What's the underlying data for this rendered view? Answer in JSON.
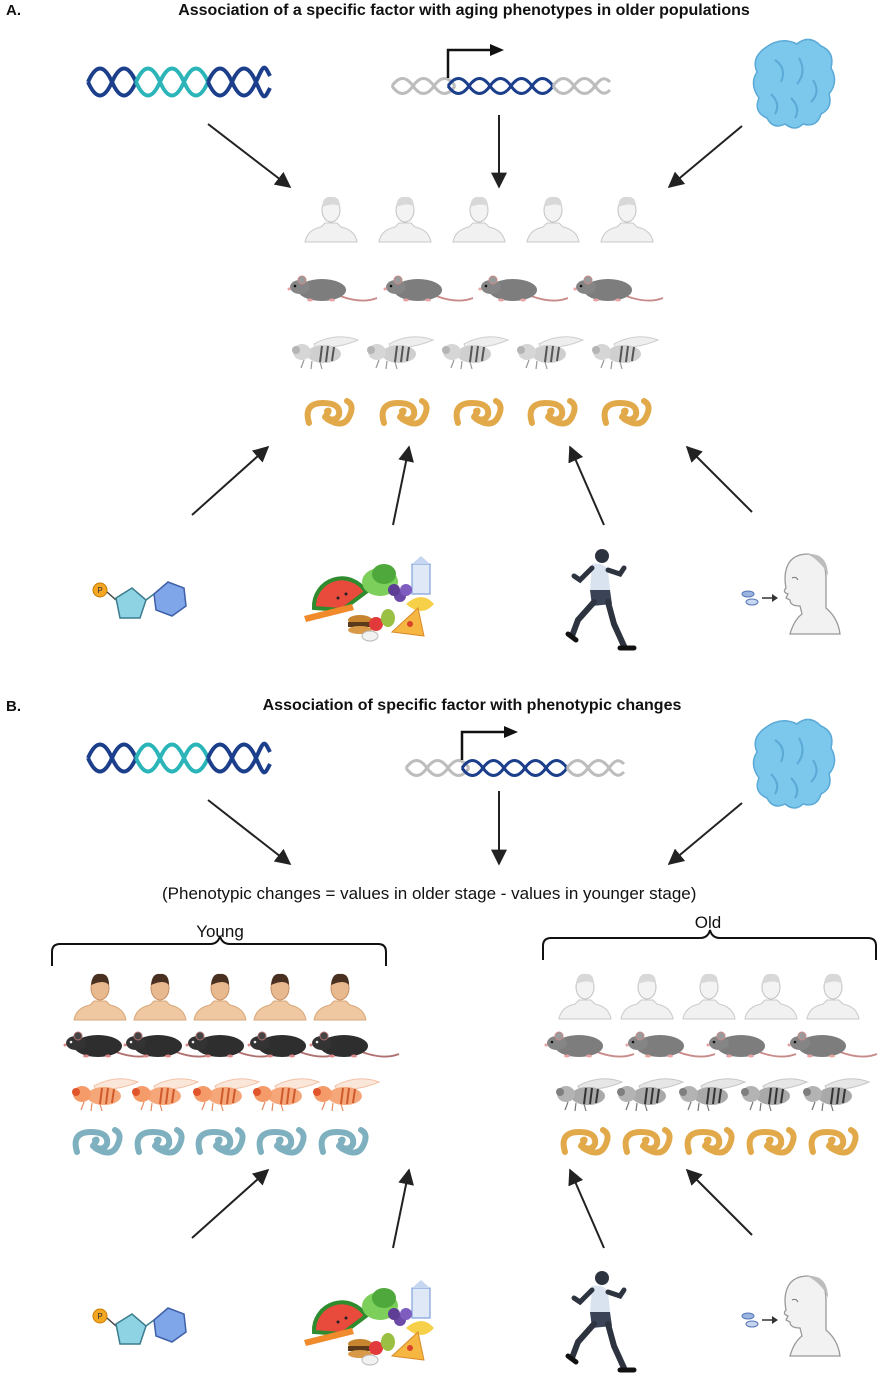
{
  "panel_a": {
    "label": "A.",
    "title": "Association of a specific factor with aging phenotypes in older populations"
  },
  "panel_b": {
    "label": "B.",
    "title": "Association of specific factor with phenotypic changes",
    "formula": "(Phenotypic changes   =  values in older stage - values in younger stage)",
    "young_label": "Young",
    "old_label": "Old"
  },
  "icons": {
    "nucleotide_letter": "P"
  },
  "colors": {
    "dna_dark": "#1c3f8c",
    "dna_teal": "#2bb5b8",
    "dna_gray": "#bdbdbd",
    "protein": "#7cc7ec",
    "worm_old": "#e2a94a",
    "worm_young": "#7fb0bf",
    "mouse_old": "#7d7d7d",
    "mouse_young": "#2e2e2e",
    "fly_young": "#f0894f",
    "human_young": "#e8b98f",
    "arrow": "#222222"
  }
}
